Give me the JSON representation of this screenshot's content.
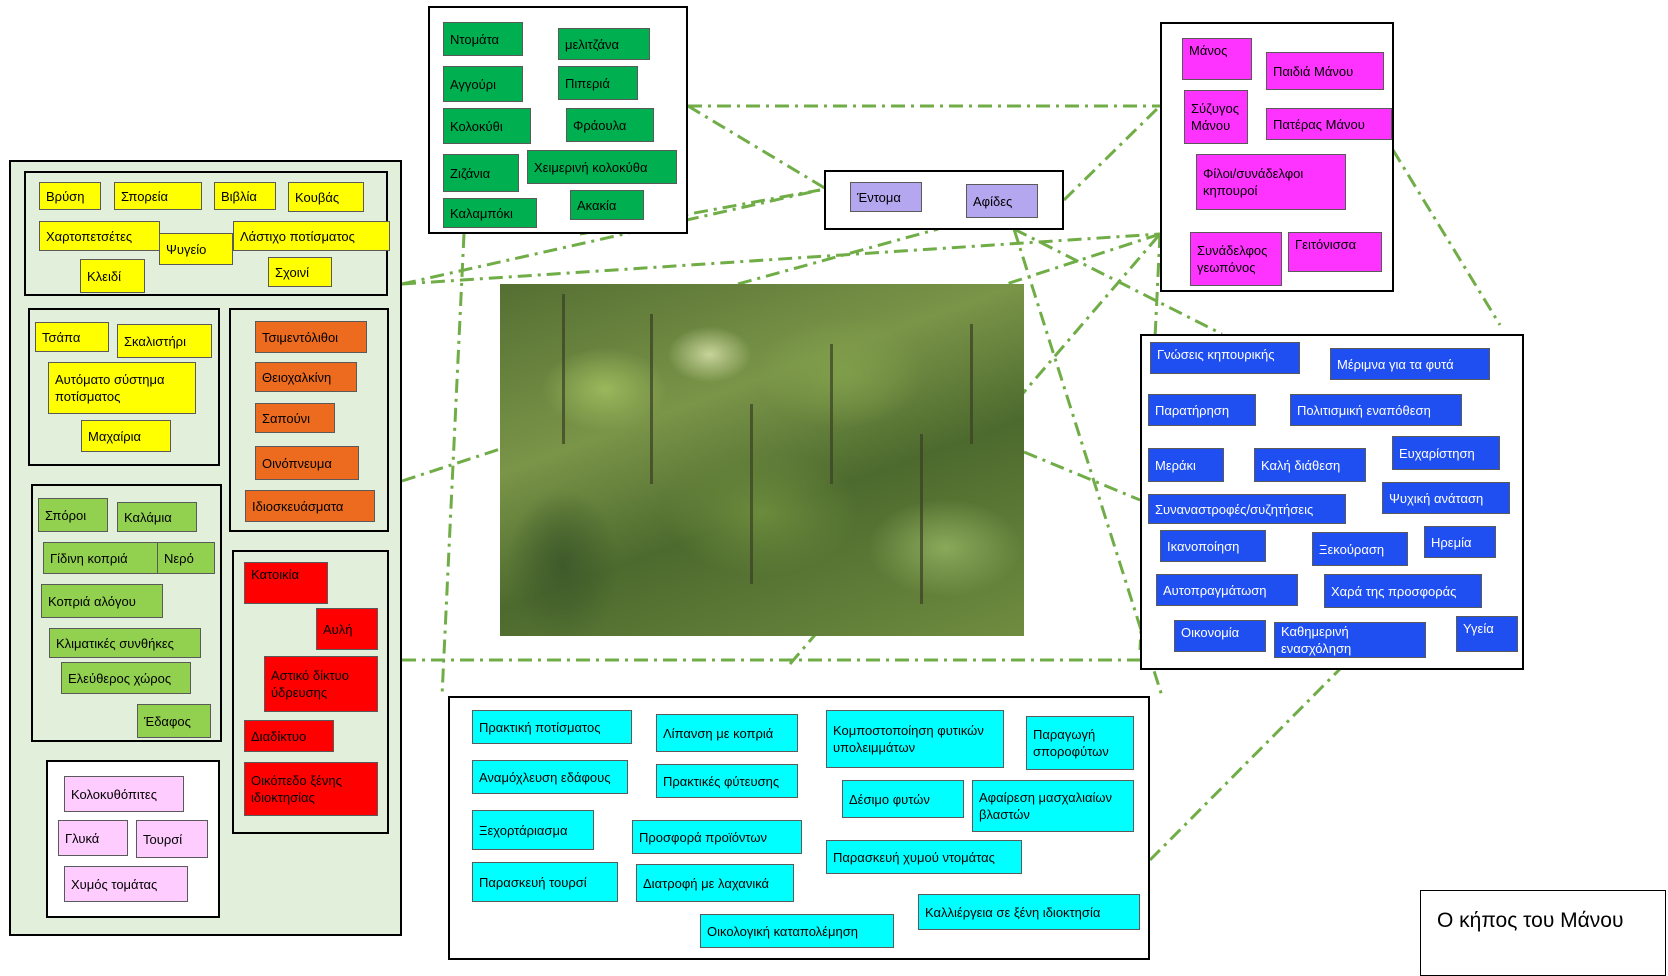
{
  "title": "Ο κήπος του Μάνου",
  "colors": {
    "connector": "#70ad47",
    "tools": "#ffff00",
    "resources": "#92d050",
    "products": "#ffccff",
    "chemicals": "#ed6b1f",
    "infrastructure": "#ff0000",
    "crops": "#00b050",
    "people": "#ff33ff",
    "pests": "#b4a7f0",
    "values": "#1f4ff0",
    "practices": "#00ffff"
  },
  "photo": {
    "description_icon": "garden-photo"
  },
  "tools": [
    "Βρύση",
    "Σπορεία",
    "Βιβλία",
    "Κουβάς",
    "Χαρτοπετσέτες",
    "Ψυγείο",
    "Λάστιχο ποτίσματος",
    "Κλειδί",
    "Σχοινί"
  ],
  "tools2": [
    "Τσάπα",
    "Σκαλιστήρι",
    "Αυτόματο σύστημα ποτίσματος",
    "Μαχαίρια"
  ],
  "chemicals": [
    "Τσιμεντόλιθοι",
    "Θειοχαλκίνη",
    "Σαπούνι",
    "Οινόπνευμα",
    "Ιδιοσκευάσματα"
  ],
  "resources": [
    "Σπόροι",
    "Καλάμια",
    "Γίδινη κοπριά",
    "Νερό",
    "Κοπριά αλόγου",
    "Κλιματικές συνθήκες",
    "Ελεύθερος χώρος",
    "Έδαφος"
  ],
  "infrastructure": [
    "Κατοικία",
    "Αυλή",
    "Αστικό δίκτυο ύδρευσης",
    "Διαδίκτυο",
    "Οικόπεδο ξένης ιδιοκτησίας"
  ],
  "products": [
    "Κολοκυθόπιτες",
    "Γλυκά",
    "Τουρσί",
    "Χυμός τομάτας"
  ],
  "crops": [
    "Ντομάτα",
    "μελιτζάνα",
    "Αγγούρι",
    "Πιπεριά",
    "Κολοκύθι",
    "Φράουλα",
    "Ζιζάνια",
    "Χειμερινή κολοκύθα",
    "Καλαμπόκι",
    "Ακακία"
  ],
  "pests": [
    "Έντομα",
    "Αφίδες"
  ],
  "people": [
    "Μάνος",
    "Παιδιά Μάνου",
    "Σύζυγος Μάνου",
    "Πατέρας Μάνου",
    "Φίλοι/συνάδελφοι κηπουροί",
    "Συνάδελφος γεωπόνος",
    "Γειτόνισσα"
  ],
  "values": [
    "Γνώσεις κηπουρικής",
    "Μέριμνα για τα φυτά",
    "Παρατήρηση",
    "Πολιτισμική εναπόθεση",
    "Μεράκι",
    "Καλή διάθεση",
    "Ευχαρίστηση",
    "Συναναστροφές/συζητήσεις",
    "Ψυχική ανάταση",
    "Ικανοποίηση",
    "Ξεκούραση",
    "Ηρεμία",
    "Αυτοπραγμάτωση",
    "Χαρά της προσφοράς",
    "Οικονομία",
    "Καθημερινή ενασχόληση",
    "Υγεία"
  ],
  "practices": [
    "Πρακτική ποτίσματος",
    "Λίπανση με κοπριά",
    "Κομποστοποίηση φυτικών υπολειμμάτων",
    "Παραγωγή σποροφύτων",
    "Αναμόχλευση εδάφους",
    "Πρακτικές φύτευσης",
    "Δέσιμο φυτών",
    "Αφαίρεση μασχαλιαίων βλαστών",
    "Ξεχορτάριασμα",
    "Προσφορά προϊόντων",
    "Παρασκευή χυμού ντομάτας",
    "Παρασκευή τουρσί",
    "Διατροφή με λαχανικά",
    "Καλλιέργεια σε ξένη ιδιοκτησία",
    "Οικολογική καταπολέμηση"
  ]
}
